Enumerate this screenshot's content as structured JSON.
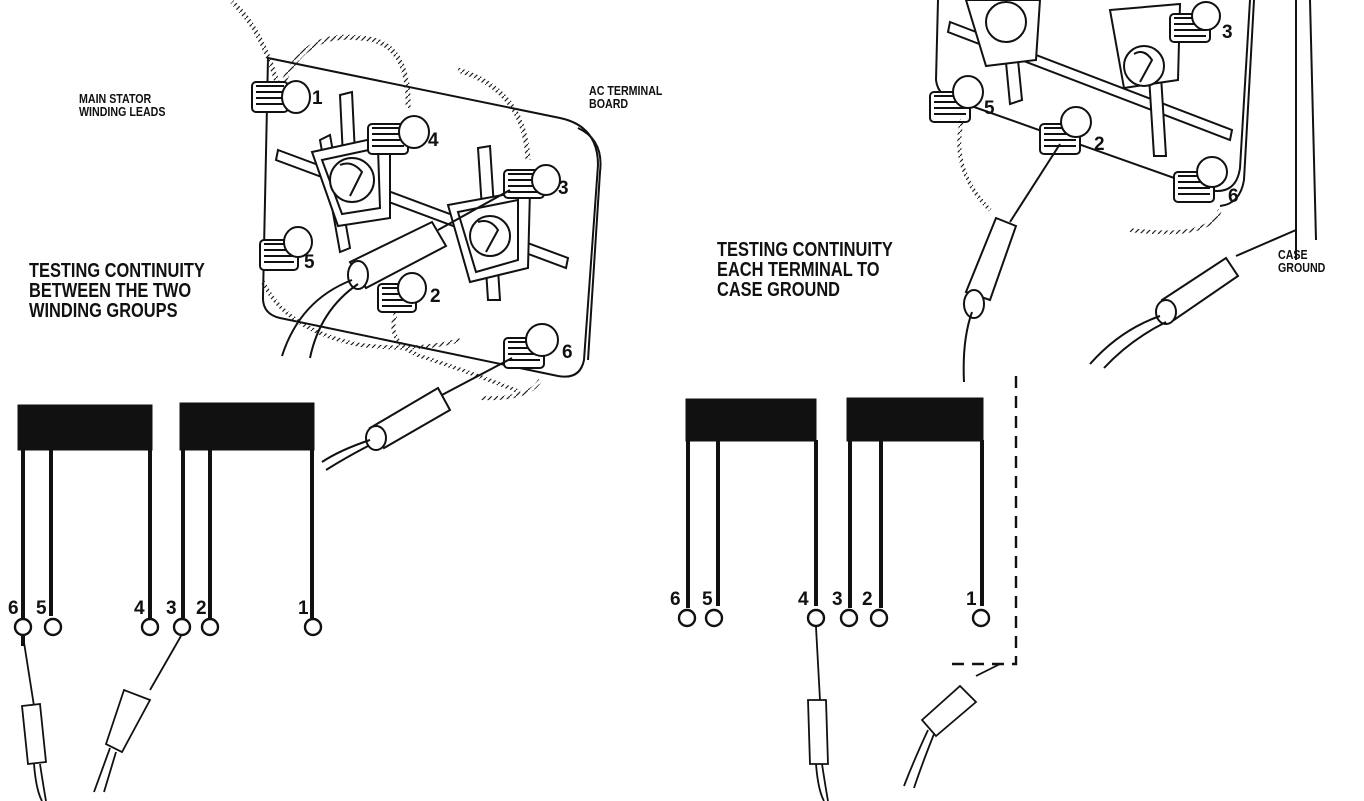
{
  "captions": {
    "main_stator": [
      "MAIN STATOR",
      "WINDING LEADS"
    ],
    "ac_terminal": [
      "AC TERMINAL",
      "BOARD"
    ],
    "test_between": [
      "TESTING CONTINUITY",
      "BETWEEN THE TWO",
      "WINDING GROUPS"
    ],
    "test_ground": [
      "TESTING CONTINUITY",
      "EACH TERMINAL TO",
      "CASE GROUND"
    ],
    "case_ground": [
      "CASE",
      "GROUND"
    ]
  },
  "left_board": {
    "terminals": [
      "1",
      "4",
      "3",
      "5",
      "2",
      "6"
    ]
  },
  "right_board": {
    "terminals": [
      "3",
      "5",
      "2",
      "6"
    ]
  },
  "left_schematic": {
    "leads": [
      "6",
      "5",
      "4",
      "3",
      "2",
      "1"
    ]
  },
  "right_schematic": {
    "leads": [
      "6",
      "5",
      "4",
      "3",
      "2",
      "1"
    ]
  }
}
